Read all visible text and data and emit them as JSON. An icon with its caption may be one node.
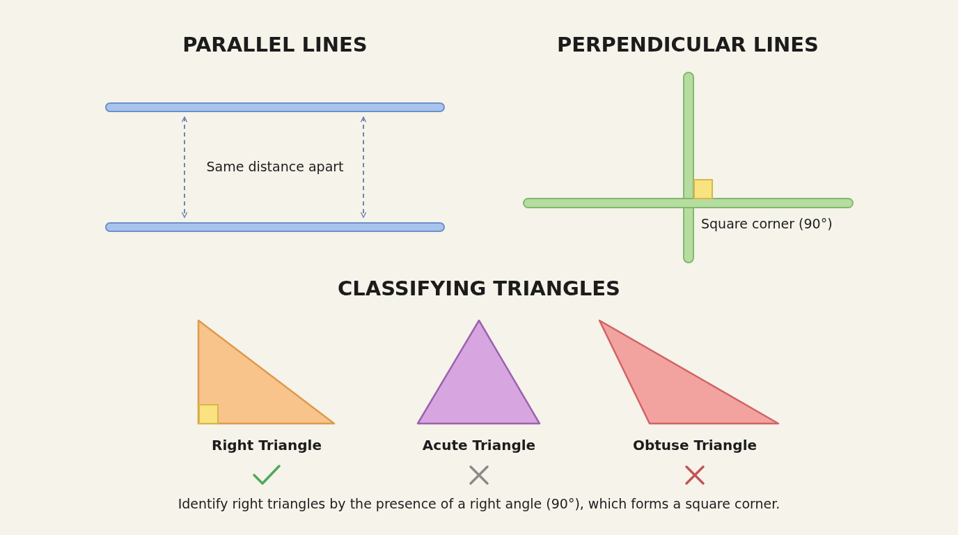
{
  "diagram": {
    "caption": "Identify right triangles by the presence of a right angle (90°), which forms a square corner.",
    "labels": [
      "PARALLEL LINES",
      "PERPENDICULAR LINES",
      "Same distance apart",
      "Square corner (90°)",
      "CLASSIFYING TRIANGLES",
      "Right Triangle",
      "Acute Triangle",
      "Obtuse Triangle"
    ]
  }
}
